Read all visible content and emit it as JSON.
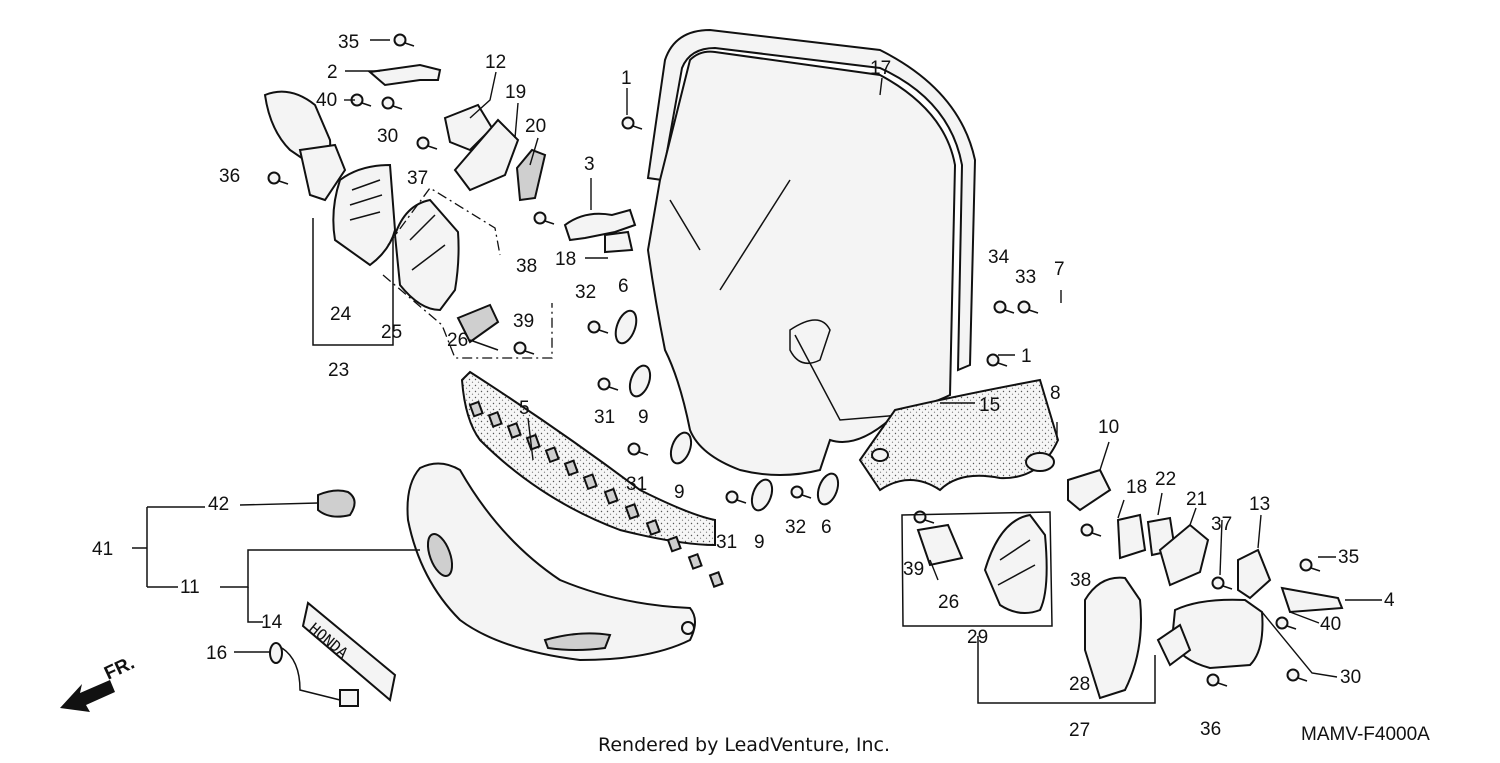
{
  "labels": {
    "l1a": "1",
    "l1b": "1",
    "l2": "2",
    "l3": "3",
    "l4": "4",
    "l5": "5",
    "l6a": "6",
    "l6b": "6",
    "l7": "7",
    "l8": "8",
    "l9a": "9",
    "l9b": "9",
    "l9c": "9",
    "l10": "10",
    "l11": "11",
    "l12": "12",
    "l13": "13",
    "l14": "14",
    "l15": "15",
    "l16": "16",
    "l17": "17",
    "l18a": "18",
    "l18b": "18",
    "l19": "19",
    "l20": "20",
    "l21": "21",
    "l22": "22",
    "l23": "23",
    "l24": "24",
    "l25": "25",
    "l26a": "26",
    "l26b": "26",
    "l27": "27",
    "l28": "28",
    "l29": "29",
    "l30a": "30",
    "l30b": "30",
    "l31a": "31",
    "l31b": "31",
    "l31c": "31",
    "l32a": "32",
    "l32b": "32",
    "l33": "33",
    "l34": "34",
    "l35a": "35",
    "l35b": "35",
    "l36a": "36",
    "l36b": "36",
    "l37a": "37",
    "l37b": "37",
    "l38a": "38",
    "l38b": "38",
    "l39a": "39",
    "l39b": "39",
    "l40a": "40",
    "l40b": "40",
    "l41": "41",
    "l42": "42"
  },
  "front_arrow": "FR.",
  "emblem_text": "HONDA",
  "credit": "Rendered by LeadVenture, Inc.",
  "diagram_code": "MAMV-F4000A"
}
